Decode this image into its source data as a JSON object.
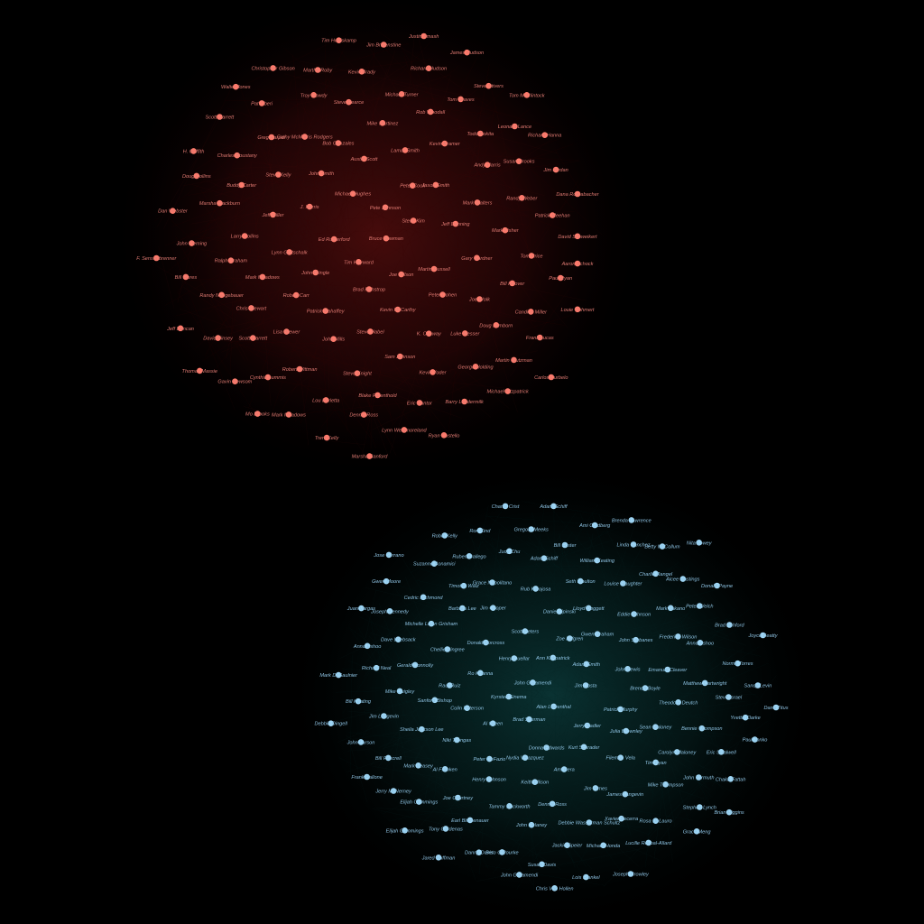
{
  "diagram": {
    "type": "network",
    "background": "#000000",
    "clusters": [
      {
        "name": "red-cluster",
        "node_color": "#ff7b6c",
        "label_color": "#e07a72",
        "glow_color": "#5a0f10",
        "labels": [
          "Bruce Bowman",
          "Tim Hayward",
          "Pete Johnson",
          "Joe Wilson",
          "Ed Rutherford",
          "Steve Kim",
          "Brad Ruhstrop",
          "Michael Hughes",
          "Martin Russell",
          "John Pringle",
          "Peter Cook",
          "Kevin McCarthy",
          "J. Harris",
          "Jeff Dunning",
          "Patrick Mahaffey",
          "Austin Scott",
          "Peter Cohen",
          "Lynn Gottschalk",
          "Jason Smith",
          "Steve Habel",
          "John Smith",
          "Gary Gardner",
          "Robert Carr",
          "Lamar Smith",
          "K. Conway",
          "Jeff Miller",
          "Mark Walters",
          "John Mills",
          "Bob Gonzales",
          "Joe Wolk",
          "Mark Meadows",
          "Kevin Kramer",
          "Sam Johnson",
          "Steve Kelly",
          "Mark Fisher",
          "Lisa Brewer",
          "Mike Martinez",
          "Luke Messer",
          "Larry Collins",
          "Andy Harris",
          "Steve Knight",
          "Cathy McMorris Rodgers",
          "Bill Hoover",
          "Chris Stewart",
          "Rob Woodall",
          "Kevin Yoder",
          "Buddy Carter",
          "Randy Weber",
          "Robert Wittman",
          "Steve Pearce",
          "Doug Lamborn",
          "Ralph Graham",
          "Todd Rokita",
          "Blake Farenthold",
          "Greg Harper",
          "Tom Price",
          "Scott Garrett",
          "Michael Turner",
          "George Holding",
          "Marsha Blackburn",
          "Susan Brooks",
          "Lou Barletta",
          "Troy Gowdy",
          "Candice Miller",
          "Randy Neugebauer",
          "Tom Graves",
          "Eric Cantor",
          "Charles Boustany",
          "Patrick Meehan",
          "Cynthia Lummis",
          "Kevin Brady",
          "Martin Stutzman",
          "John Fleming",
          "Leonard Lance",
          "Dennis Ross",
          "Pat Tiberi",
          "Paul Ryan",
          "David Kinsey",
          "Richard Hudson",
          "Barry Loudermilk",
          "Doug Collins",
          "Jim Jordan",
          "Mark Meadows",
          "Martha Roby",
          "Frank Lucas",
          "Bill Flores",
          "Steve Stivers",
          "Lynn Westmoreland",
          "Scott Garrett",
          "David Schweikert",
          "Gavin Newsom",
          "Jim Bridenstine",
          "Michael Fitzpatrick",
          "Dan Webster",
          "Richard Hanna",
          "Trent Kelly",
          "Christopher Gibson",
          "Louie Gohmert",
          "Jeff Duncan",
          "James Hudson",
          "Ryan Costello",
          "H. Griffith",
          "Dana Rohrabacher",
          "Mo Brooks",
          "Tim Huelskamp",
          "Carlos Curbelo",
          "F. Sensenbrenner",
          "Tom McClintock",
          "Marsha Sanford",
          "Walter Jones",
          "Aaron Schock",
          "Thomas Massie",
          "Justin Amash"
        ]
      },
      {
        "name": "blue-cluster",
        "node_color": "#9fd6f5",
        "label_color": "#8ec3e3",
        "glow_color": "#0d3b3b",
        "labels": [
          "Alan Lowenthal",
          "John Garamendi",
          "Jim Costa",
          "Brad Sherman",
          "Ann Kirkpatrick",
          "Jerry Nadler",
          "Kyrsten Sinema",
          "Adam Smith",
          "Donna Edwards",
          "Henry Cuellar",
          "Patrick Murphy",
          "Al Green",
          "Zoe Lofgren",
          "Kurt Schrader",
          "Ro Khanna",
          "John Lewis",
          "Nydia Velazquez",
          "Scott Peters",
          "Julia Brownley",
          "Colin Peterson",
          "Gwen Graham",
          "Ami Bera",
          "Donald Norcross",
          "Brenda Boyle",
          "Peter DeFazio",
          "Daniel Lipinski",
          "Filemon Vela",
          "Raul Ruiz",
          "John Sarbanes",
          "Keith Ellison",
          "Jim Cooper",
          "Sean Maloney",
          "Niki Tsongas",
          "Lloyd Doggett",
          "Jim Himes",
          "Chellie Pingree",
          "Emanuel Cleaver",
          "Henry Johnson",
          "Rub Hinojosa",
          "Tim Ryan",
          "Sanford Bishop",
          "Eddie Johnson",
          "Dennis Ross",
          "Barbara Lee",
          "Theodore Deutch",
          "Al Franken",
          "Seth Moulton",
          "James Langevin",
          "Gerald Connolly",
          "Frederica Wilson",
          "Tammy Duckworth",
          "Grace Napolitano",
          "Carolyn Maloney",
          "Sheila Jackson Lee",
          "Louise Slaughter",
          "Debbie Wasserman Schultz",
          "Michelle Lujan Grisham",
          "Matthew Cartwright",
          "Joe Courtney",
          "Adam Schiff",
          "Mike Thompson",
          "Mike Quigley",
          "Mark Takano",
          "John Delaney",
          "Timothy Walz",
          "Bennie Thompson",
          "Mark Veasey",
          "William Keating",
          "Xavier Becerra",
          "Dave Loebsack",
          "Anna Eshoo",
          "Earl Blumenauer",
          "Judy Chu",
          "John Yarmuth",
          "Jim Langevin",
          "Charlie Rangel",
          "Jackie Speier",
          "Cedric Richmond",
          "Steve Israel",
          "Elijah Cummings",
          "Bill Foster",
          "Rosa DeLauro",
          "Richard Neal",
          "Peter Welch",
          "Beto O'Rourke",
          "Ruben Gallego",
          "Eric Swalwell",
          "Bill Pascrell",
          "Linda Sanchez",
          "Michael Honda",
          "Joseph Kennedy",
          "Norma Torres",
          "Tony Cardenas",
          "Gregory Meeks",
          "Stephen Lynch",
          "Bill Keating",
          "Alcee Hastings",
          "Susan Davis",
          "Suzanne Bonamici",
          "Yvette Clarke",
          "Jerry McNerney",
          "Ami Goldberg",
          "Lucille Roybal-Allard",
          "Anna Eshoo",
          "Brad Ashford",
          "Danny Davis",
          "Ron Kind",
          "Chaka Fattah",
          "John Larson",
          "Betty McCollum",
          "Lois Frankel",
          "Gwen Moore",
          "Sandy Levin",
          "Elijah Cummings",
          "Adam Schiff",
          "Grace Meng",
          "Mark DeSaulnier",
          "Donald Payne",
          "John Garamendi",
          "Robin Kelly",
          "Paul Tonko",
          "Frank Pallone",
          "Brenda Lawrence",
          "Joseph Crowley",
          "Juan Vargas",
          "Joyce Beatty",
          "Jared Huffman",
          "Charlie Crist",
          "Brian Higgins",
          "Debbie Dingell",
          "Nita Lowey",
          "Chris Van Hollen",
          "Jose Serrano",
          "Dana Titus"
        ]
      }
    ]
  }
}
